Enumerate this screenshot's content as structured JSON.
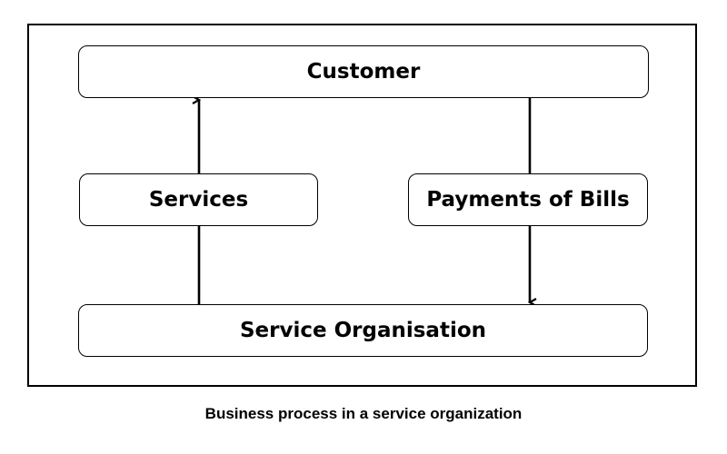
{
  "diagram": {
    "nodes": {
      "customer": "Customer",
      "services": "Services",
      "payments": "Payments of Bills",
      "organisation": "Service Organisation"
    },
    "edges": [
      {
        "from": "organisation",
        "via": "services",
        "to": "customer"
      },
      {
        "from": "customer",
        "via": "payments",
        "to": "organisation"
      }
    ]
  },
  "caption": "Business process in a service organization"
}
